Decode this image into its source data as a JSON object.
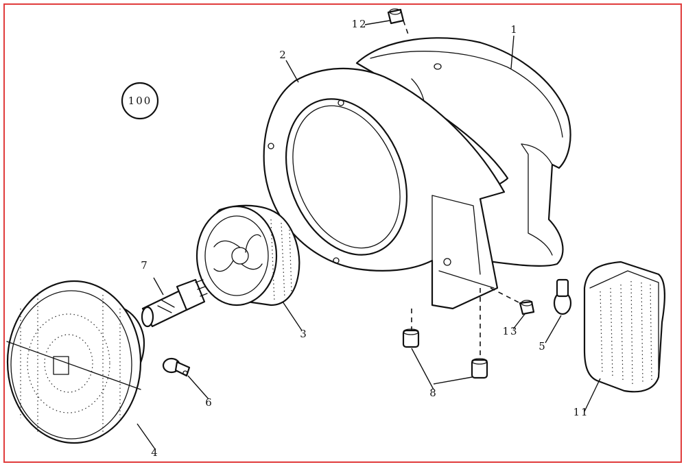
{
  "figure_ref": "100",
  "colors": {
    "frame": "#e03a3a",
    "ink": "#111111",
    "background": "#ffffff"
  },
  "callouts": {
    "c1": "1",
    "c2": "2",
    "c3": "3",
    "c4": "4",
    "c5": "5",
    "c6": "6",
    "c7": "7",
    "c8": "8",
    "c11": "11",
    "c12": "12",
    "c13": "13"
  }
}
